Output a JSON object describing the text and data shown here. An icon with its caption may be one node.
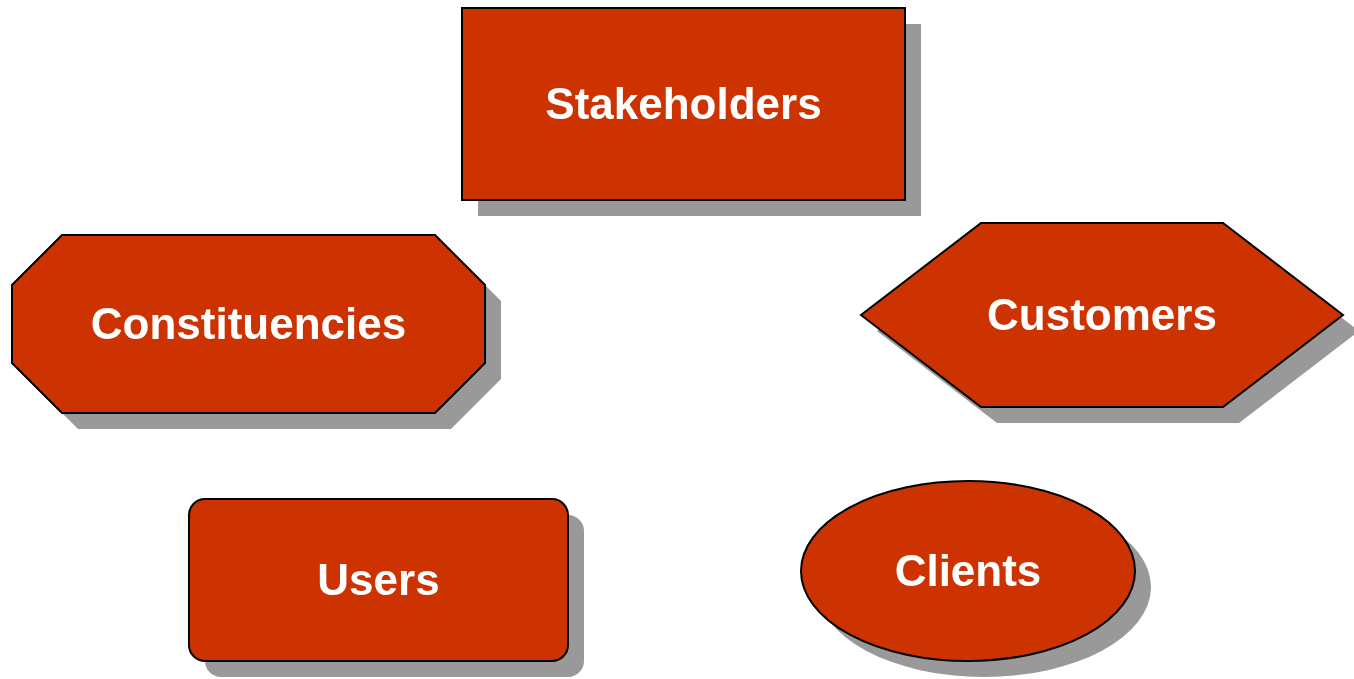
{
  "diagram": {
    "nodes": [
      {
        "text": [
          "Stakeholders"
        ]
      },
      {
        "text": [
          "Constituencies"
        ]
      },
      {
        "text": [
          "Customers"
        ]
      },
      {
        "text": [
          "Users"
        ]
      },
      {
        "text": [
          "Clients"
        ]
      }
    ]
  }
}
